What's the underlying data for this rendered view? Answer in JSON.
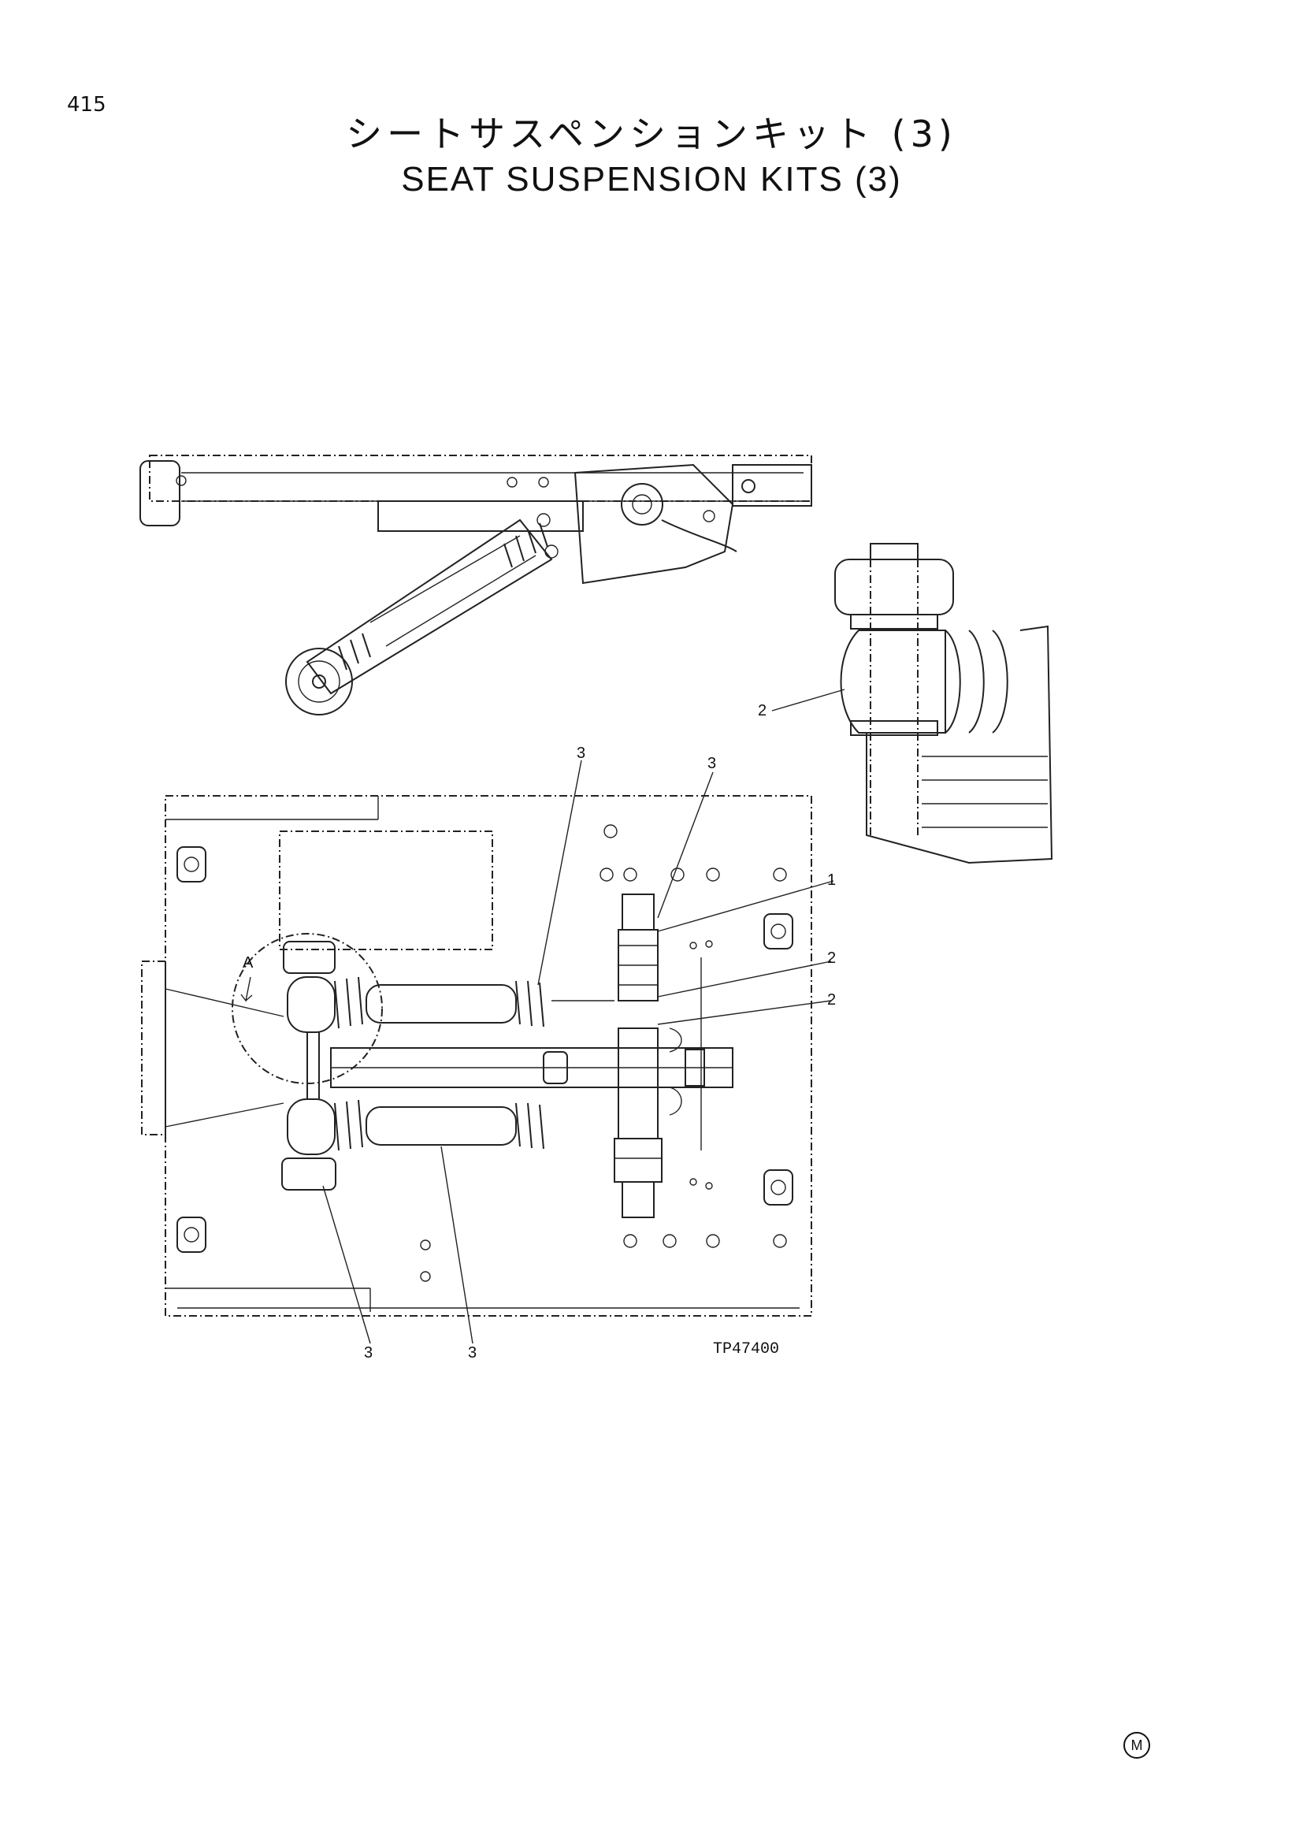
{
  "page": {
    "number": "415"
  },
  "title": {
    "japanese": "シートサスペンションキット (3)",
    "english": "SEAT SUSPENSION KITS (3)"
  },
  "diagram": {
    "callouts": [
      {
        "id": "c-3-top-left",
        "label": "3"
      },
      {
        "id": "c-3-top-right",
        "label": "3"
      },
      {
        "id": "c-1",
        "label": "1"
      },
      {
        "id": "c-2-upper",
        "label": "2"
      },
      {
        "id": "c-2-lower",
        "label": "2"
      },
      {
        "id": "c-2-detail",
        "label": "2"
      },
      {
        "id": "c-3-bottom-left",
        "label": "3"
      },
      {
        "id": "c-3-bottom-right",
        "label": "3"
      }
    ],
    "view_label": "A",
    "drawing_code": "TP47400"
  },
  "footer": {
    "mark": "M"
  }
}
